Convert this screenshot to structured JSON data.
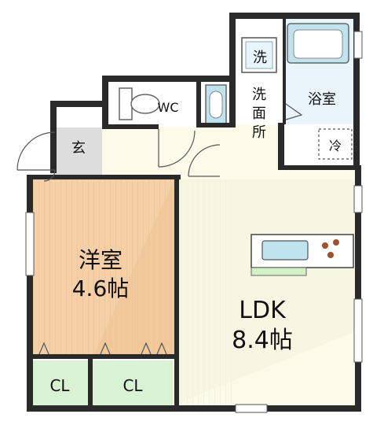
{
  "rooms": {
    "wc": "WC",
    "wash": "洗",
    "washroom": [
      "洗",
      "面",
      "所"
    ],
    "bath": "浴室",
    "entrance": "玄",
    "fridge": "冷",
    "western": {
      "name": "洋室",
      "size": "4.6帖"
    },
    "ldk": {
      "name": "LDK",
      "size": "8.4帖"
    },
    "closet_left": "CL",
    "closet_right": "CL"
  },
  "colors": {
    "western_floor": "#f5cfa6",
    "ldk_floor": "#fbfbe9",
    "closet_floor": "#d9f2d3",
    "bath_floor": "#e9f5fa",
    "entrance_floor": "#dddddd",
    "fixture_blue": "#bfe3ef",
    "counter_green": "#d4f0c7",
    "wall": "#2a2a2a"
  }
}
